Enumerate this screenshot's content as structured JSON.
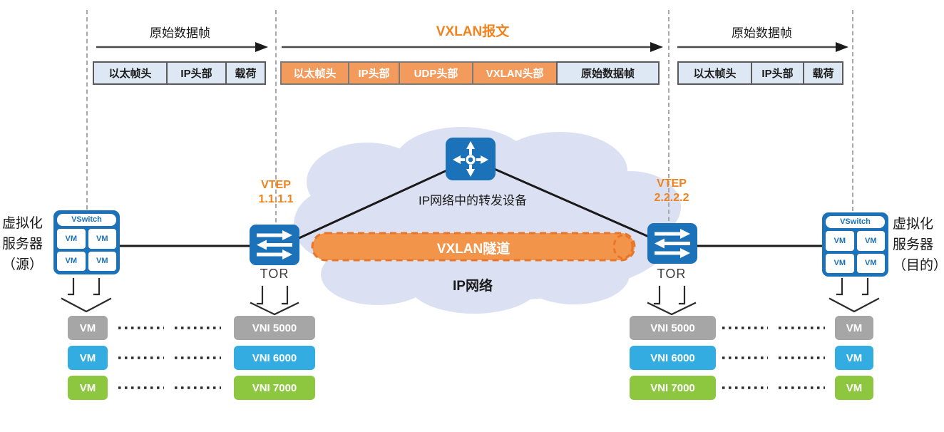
{
  "palette": {
    "device_blue": "#1C72B8",
    "vm_blue": "#33ADE1",
    "vm_green": "#8DC63F",
    "vm_gray": "#A6A6A6",
    "orange_text": "#F0821E",
    "orange_cell_fill": "#F29B5C",
    "tunnel_fill": "#F2944A",
    "tunnel_border": "#E87629",
    "frame_cell_fill": "#DEE8F4",
    "cloud_fill": "#DBE1F3"
  },
  "top": {
    "left_frame": {
      "label": "原始数据帧",
      "cells": [
        "以太帧头",
        "IP头部",
        "载荷"
      ]
    },
    "vxlan_frame": {
      "label": "VXLAN报文",
      "cells": [
        "以太帧头",
        "IP头部",
        "UDP头部",
        "VXLAN头部",
        "原始数据帧"
      ]
    },
    "right_frame": {
      "label": "原始数据帧",
      "cells": [
        "以太帧头",
        "IP头部",
        "载荷"
      ]
    }
  },
  "network": {
    "router_label": "IP网络中的转发设备",
    "tunnel_label": "VXLAN隧道",
    "cloud_label": "IP网络"
  },
  "left_vtep": {
    "name": "VTEP",
    "ip": "1.1.1.1",
    "device": "TOR"
  },
  "right_vtep": {
    "name": "VTEP",
    "ip": "2.2.2.2",
    "device": "TOR"
  },
  "left_server": {
    "label_lines": [
      "虚拟化",
      "服务器",
      "（源）"
    ],
    "vswitch": "VSwitch",
    "vms": [
      "VM",
      "VM",
      "VM",
      "VM"
    ]
  },
  "right_server": {
    "label_lines": [
      "虚拟化",
      "服务器",
      "（目的）"
    ],
    "vswitch": "VSwitch",
    "vms": [
      "VM",
      "VM",
      "VM",
      "VM"
    ]
  },
  "mapping": {
    "left_vms": [
      "VM",
      "VM",
      "VM"
    ],
    "left_vnis": [
      "VNI 5000",
      "VNI 6000",
      "VNI 7000"
    ],
    "right_vnis": [
      "VNI 5000",
      "VNI 6000",
      "VNI 7000"
    ],
    "right_vms": [
      "VM",
      "VM",
      "VM"
    ]
  }
}
